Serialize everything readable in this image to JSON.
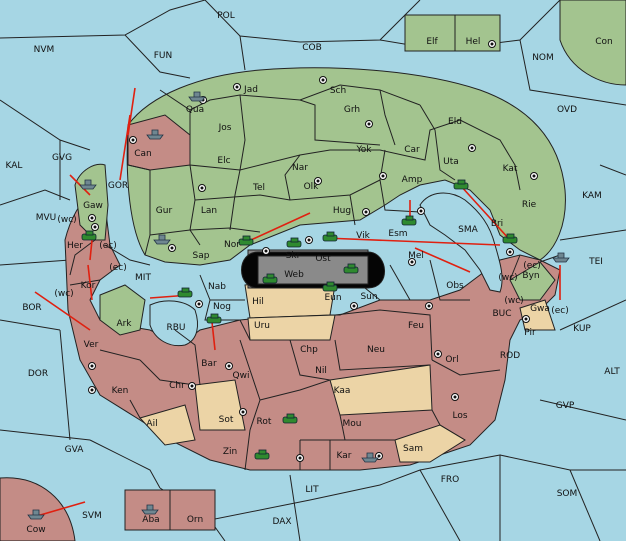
{
  "colors": {
    "sea": "#a6d6e4",
    "land_green": "#a3c48f",
    "land_red": "#c48c86",
    "land_tan": "#ecd4a6",
    "center_grey": "#8a8a8a",
    "order_red": "#e02010",
    "unit_green": "#2f8a2f",
    "unit_grey": "#6f8791"
  },
  "labels": {
    "POL": "POL",
    "NVM": "NVM",
    "FUN": "FUN",
    "COB": "COB",
    "NOM": "NOM",
    "Elf": "Elf",
    "Hel": "Hel",
    "Con": "Con",
    "OVD": "OVD",
    "KAL": "KAL",
    "KAM": "KAM",
    "TEI": "TEI",
    "BOR": "BOR",
    "DOR": "DOR",
    "GVA": "GVA",
    "ALT": "ALT",
    "GVP": "GVP",
    "SOM": "SOM",
    "FRO": "FRO",
    "LIT": "LIT",
    "SVM": "SVM",
    "DAX": "DAX",
    "MVU": "MVU",
    "GVG": "GVG",
    "GOR": "GOR",
    "MIT": "MIT",
    "RBU": "RBU",
    "SMA": "SMA",
    "BUC": "BUC",
    "ROD": "ROD",
    "Qua": "Qua",
    "Jad": "Jad",
    "Sch": "Sch",
    "Jos": "Jos",
    "Grh": "Grh",
    "Eld": "Eld",
    "Can": "Can",
    "Yok": "Yok",
    "Car": "Car",
    "Uta": "Uta",
    "Kat": "Kat",
    "Elc": "Elc",
    "Nar": "Nar",
    "Amp": "Amp",
    "Tel": "Tel",
    "Olk": "Olk",
    "Rie": "Rie",
    "Gur": "Gur",
    "Lan": "Lan",
    "Hug": "Hug",
    "Bri": "Bri",
    "Gaw": "Gaw",
    "Nor": "Nor",
    "Vik": "Vik",
    "Esm": "Esm",
    "Sap": "Sap",
    "Skr": "Skr",
    "Ost": "Ost",
    "Web": "Web",
    "Mel": "Mel",
    "Byn": "Byn",
    "Her": "Her",
    "Kor": "Kor",
    "Nab": "Nab",
    "Eun": "Eun",
    "Sun": "Sun",
    "Obs": "Obs",
    "Gwa": "Gwa",
    "Hil": "Hil",
    "Nog": "Nog",
    "Pir": "Pir",
    "Ark": "Ark",
    "Uru": "Uru",
    "Feu": "Feu",
    "KUP": "KUP",
    "Ver": "Ver",
    "Chp": "Chp",
    "Neu": "Neu",
    "Bar": "Bar",
    "Qwi": "Qwi",
    "Orl": "Orl",
    "Nil": "Nil",
    "Ken": "Ken",
    "Chr": "Chr",
    "Kaa": "Kaa",
    "Ail": "Ail",
    "Sot": "Sot",
    "Rot": "Rot",
    "Los": "Los",
    "Mou": "Mou",
    "Zin": "Zin",
    "Sam": "Sam",
    "Kar": "Kar",
    "Aba": "Aba",
    "Orn": "Orn",
    "Cow": "Cow",
    "wc1": "(wc)",
    "ec1": "(ec)",
    "ec2": "(ec)",
    "wc2": "(wc)",
    "wc3": "(wc)",
    "ec3": "(ec)",
    "ec4": "(ec)",
    "wc4": "(wc)"
  }
}
